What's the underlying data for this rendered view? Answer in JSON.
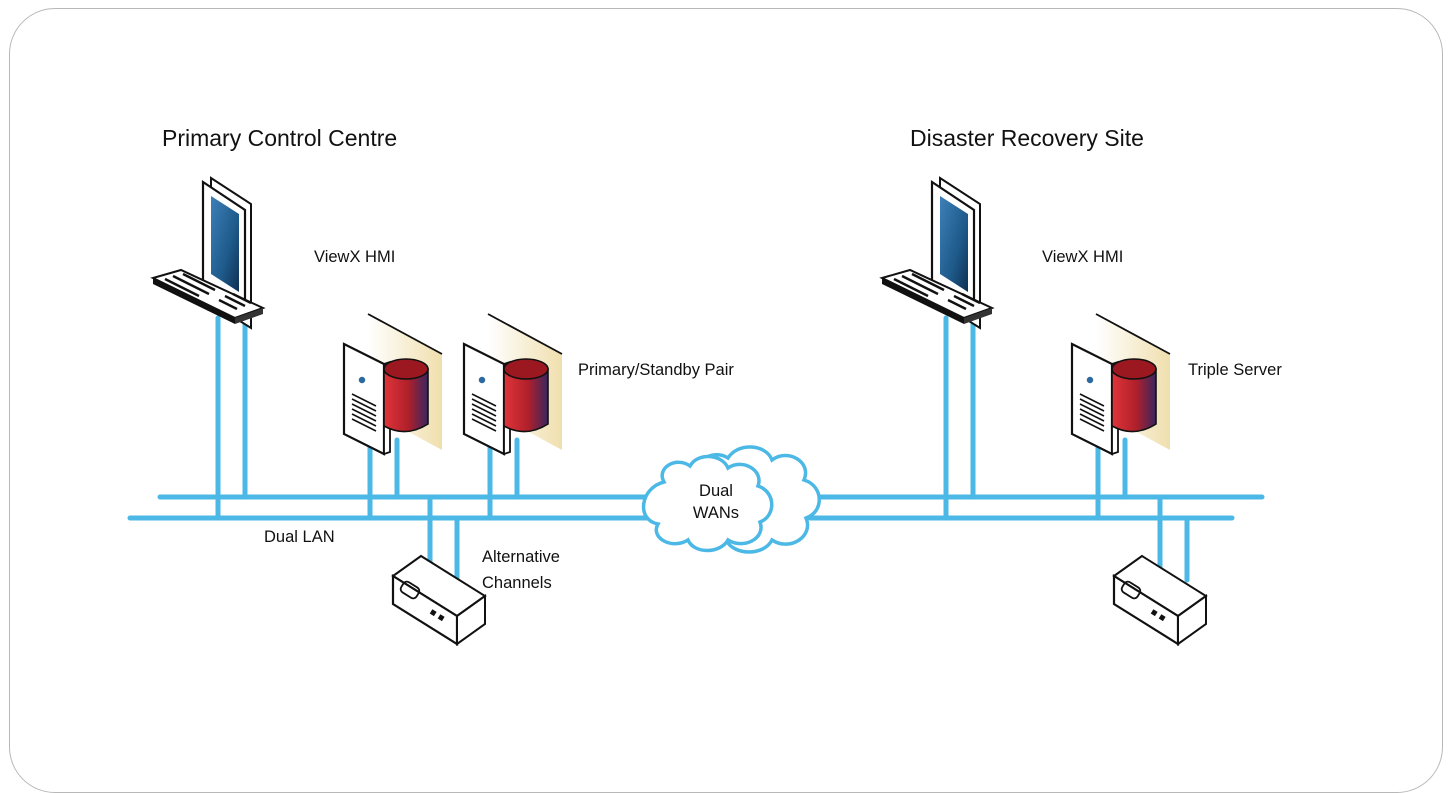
{
  "sites": {
    "primary": {
      "title": "Primary Control Centre",
      "hmi_label": "ViewX HMI",
      "servers_label": "Primary/Standby Pair"
    },
    "dr": {
      "title": "Disaster Recovery Site",
      "hmi_label": "ViewX HMI",
      "server_label": "Triple Server"
    }
  },
  "network": {
    "lan_label": "Dual LAN",
    "wan_label_line1": "Dual",
    "wan_label_line2": "WANs",
    "channels_label_line1": "Alternative",
    "channels_label_line2": "Channels"
  },
  "colors": {
    "network_line": "#4cb8e6",
    "screen": "#1f5c8c",
    "database": "#c9252b",
    "server_shade": "#f2e2b4",
    "frame": "#b8b8b8"
  },
  "icons": [
    "monitor-icon",
    "keyboard-icon",
    "server-icon",
    "database-icon",
    "cloud-icon",
    "rtu-device-icon"
  ]
}
